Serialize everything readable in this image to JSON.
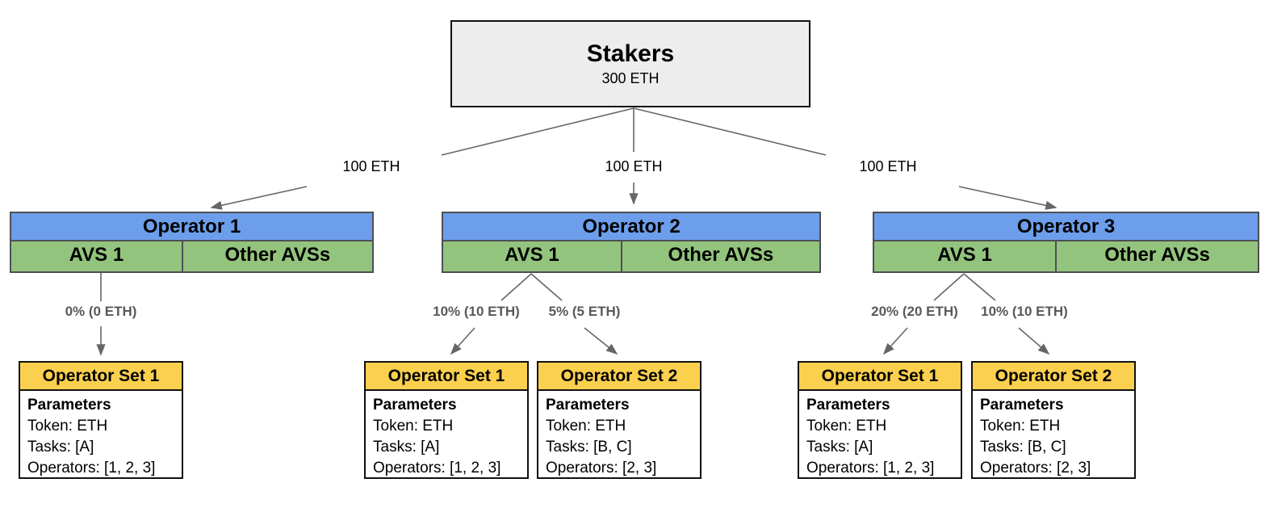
{
  "stakers": {
    "name": "Stakers",
    "amount": "300 ETH"
  },
  "eth_labels": [
    "100 ETH",
    "100 ETH",
    "100 ETH"
  ],
  "operators": [
    {
      "name": "Operator 1",
      "avs": "AVS 1",
      "other_avs": "Other AVSs"
    },
    {
      "name": "Operator 2",
      "avs": "AVS 1",
      "other_avs": "Other AVSs"
    },
    {
      "name": "Operator 3",
      "avs": "AVS 1",
      "other_avs": "Other AVSs"
    }
  ],
  "allocation_labels": [
    "0% (0 ETH)",
    "10% (10 ETH)",
    "5% (5 ETH)",
    "20% (20 ETH)",
    "10% (10 ETH)"
  ],
  "operator_sets": [
    {
      "title": "Operator Set 1",
      "params_heading": "Parameters",
      "token": "Token: ETH",
      "tasks": "Tasks: [A]",
      "operators": "Operators: [1, 2, 3]"
    },
    {
      "title": "Operator Set 1",
      "params_heading": "Parameters",
      "token": "Token: ETH",
      "tasks": "Tasks: [A]",
      "operators": "Operators: [1, 2, 3]"
    },
    {
      "title": "Operator Set 2",
      "params_heading": "Parameters",
      "token": "Token: ETH",
      "tasks": "Tasks: [B, C]",
      "operators": "Operators: [2, 3]"
    },
    {
      "title": "Operator Set 1",
      "params_heading": "Parameters",
      "token": "Token: ETH",
      "tasks": "Tasks: [A]",
      "operators": "Operators: [1, 2, 3]"
    },
    {
      "title": "Operator Set 2",
      "params_heading": "Parameters",
      "token": "Token: ETH",
      "tasks": "Tasks: [B, C]",
      "operators": "Operators: [2, 3]"
    }
  ],
  "colors": {
    "operator_header": "#6d9eeb",
    "avs_row": "#93c47d",
    "operator_set_header": "#fbd04e",
    "stakers_fill": "#ededed",
    "connector": "#666666",
    "allocation_label_text": "#595959"
  }
}
